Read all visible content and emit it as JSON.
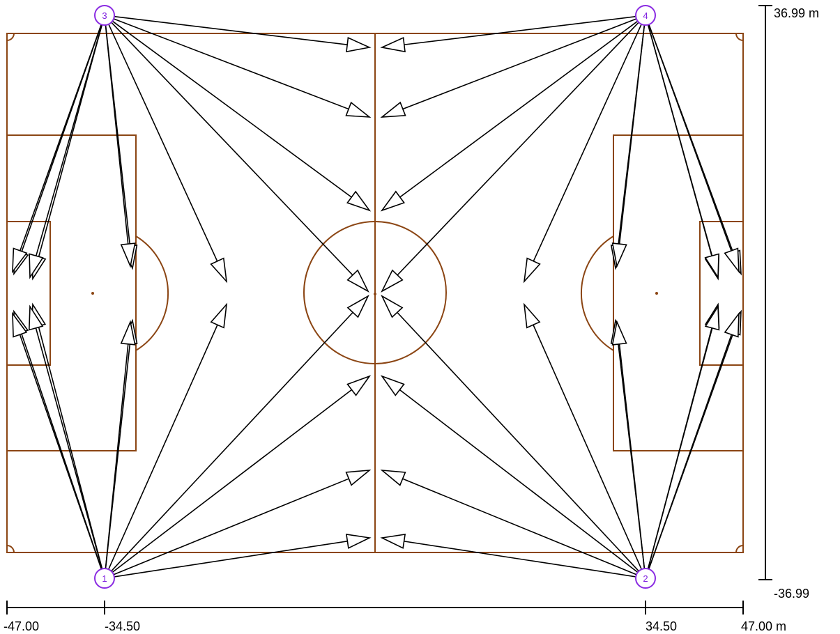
{
  "colors": {
    "field": "#8b4513",
    "arrow": "#000000",
    "pole": "#8a2be2",
    "dim": "#000000"
  },
  "dimensions": {
    "x_labels": [
      {
        "id": "x-left-edge",
        "text": "-47.00"
      },
      {
        "id": "x-left-pole",
        "text": "-34.50"
      },
      {
        "id": "x-right-pole",
        "text": "34.50"
      },
      {
        "id": "x-right-edge",
        "text": "47.00 m"
      }
    ],
    "y_labels": [
      {
        "id": "y-top",
        "text": "36.99 m"
      },
      {
        "id": "y-bottom",
        "text": "-36.99"
      }
    ]
  },
  "poles": [
    {
      "id": "1",
      "label": "1"
    },
    {
      "id": "2",
      "label": "2"
    },
    {
      "id": "3",
      "label": "3"
    },
    {
      "id": "4",
      "label": "4"
    }
  ],
  "aims": {
    "1": 11,
    "2": 11,
    "3": 11,
    "4": 11
  }
}
